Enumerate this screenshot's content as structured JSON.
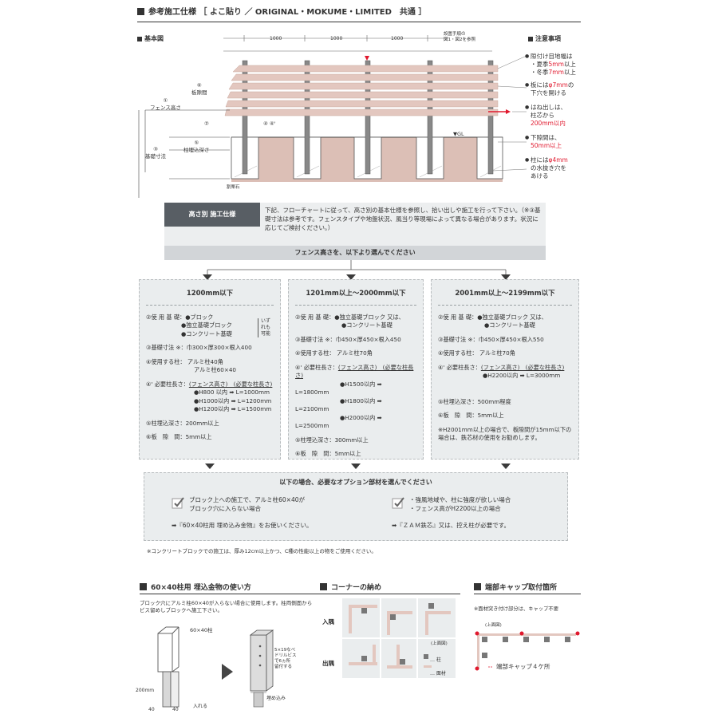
{
  "header": {
    "title": "参考施工仕様 ［ よこ貼り ／ ORIGINAL・MOKUME・LIMITED　共通 ］"
  },
  "diagram": {
    "section_label": "基本図",
    "dim_1": "1000",
    "dim_2": "1000",
    "dim_3": "1000",
    "dim_note": "設置手順の\n図1・図2を参照",
    "labels": {
      "gap": "⑥\n板隙間",
      "height": "①\nフェンス高さ",
      "post": "②",
      "length": "④ ④'",
      "embed": "⑤\n柱埋込深さ",
      "base": "③\n基礎寸法",
      "gl": "▼GL",
      "base_stone": "割栗石"
    }
  },
  "notes": {
    "title": "注意事項",
    "items": [
      {
        "l1": "隙付け目地幅は",
        "l2": "・夏季",
        "l2r": "5mm",
        "l2e": "以上",
        "l3": "・冬季",
        "l3r": "7mm",
        "l3e": "以上"
      },
      {
        "l1": "板には",
        "l1r": "φ7mm",
        "l1e": "の",
        "l2": "下穴を開ける"
      },
      {
        "l1": "はね出しは、",
        "l2": "柱芯から",
        "l3r": "200mm以内"
      },
      {
        "l1": "下隙間は、",
        "l2r": "50mm以上"
      },
      {
        "l1": "柱には",
        "l1r": "φ4mm",
        "l2": "の水抜き穴を",
        "l3": "あける"
      }
    ]
  },
  "flow": {
    "tag": "高さ別 施工仕様",
    "text": "下記、フローチャートに従って、高さ別の基本仕様を参照し、拾い出しや施工を行って下さい。（※③基礎寸法は参考です。フェンスタイプや地盤状況、風当り等現場によって異なる場合があります。状況に応じてご検討ください。）",
    "bar": "フェンス高さを、以下より選んでください"
  },
  "columns": [
    {
      "title": "1200mm以下",
      "base_label": "②使 用 基 礎：",
      "base_items": [
        "●ブロック",
        "●独立基礎ブロック",
        "●コンクリート基礎"
      ],
      "base_note": "いずれも\n可能",
      "size": "③基礎寸法 ※：巾300×厚300×根入400",
      "post_label": "④使用する柱：",
      "post_items": [
        "アルミ柱40角",
        "アルミ柱60×40"
      ],
      "len_label": "④' 必要柱長さ：",
      "len_head": "(フェンス高さ)　(必要な柱長さ)",
      "len_items": [
        "●H800 以内 ➡ L=1000mm",
        "●H1000以内 ➡ L=1200mm",
        "●H1200以内 ➡ L=1500mm"
      ],
      "embed": "⑤柱埋込深さ：200mm以上",
      "gap": "⑥板　隙　間：5mm以上"
    },
    {
      "title": "1201mm以上～2000mm以下",
      "base_label": "②使 用 基 礎：",
      "base_items": [
        "●独立基礎ブロック 又は、",
        "●コンクリート基礎"
      ],
      "size": "③基礎寸法 ※：巾450×厚450×根入450",
      "post_label": "④使用する柱：",
      "post_items": [
        "アルミ柱70角"
      ],
      "len_label": "④' 必要柱長さ：",
      "len_head": "(フェンス高さ)　(必要な柱長さ)",
      "len_items": [
        "●H1500以内 ➡ L=1800mm",
        "●H1800以内 ➡ L=2100mm",
        "●H2000以内 ➡ L=2500mm"
      ],
      "embed": "⑤柱埋込深さ：300mm以上",
      "gap": "⑥板　隙　間：5mm以上"
    },
    {
      "title": "2001mm以上～2199mm以下",
      "base_label": "②使 用 基 礎：",
      "base_items": [
        "●独立基礎ブロック 又は、",
        "●コンクリート基礎"
      ],
      "size": "③基礎寸法 ※：巾450×厚450×根入550",
      "post_label": "④使用する柱：",
      "post_items": [
        "アルミ柱70角"
      ],
      "len_label": "④' 必要柱長さ：",
      "len_head": "(フェンス高さ)　(必要な柱長さ)",
      "len_items": [
        "●H2200以内 ➡ L=3000mm"
      ],
      "embed": "⑤柱埋込深さ：500mm程度",
      "gap": "⑥板　隙　間：5mm以上",
      "note": "※H2001mm以上の場合で、板隙間が15mm以下の場合は、鉄芯材の使用をお勧めします。"
    }
  ],
  "options": {
    "title": "以下の場合、必要なオプション部材を選んでください",
    "left_l1": "ブロック上への施工で、アルミ柱60×40が",
    "left_l2": "ブロック穴に入らない場合",
    "left_arrow": "➡『60×40柱用 埋め込み金物』をお使いください。",
    "right_l1": "・強風地域や、柱に強度が欲しい場合",
    "right_l2": "・フェンス高がH2200以上の場合",
    "right_arrow": "➡『ＺＡＭ鉄芯』又は、控え柱が必要です。",
    "footnote": "※コンクリートブロックでの施工は、厚み12cm以上かつ、C種の性能以上の物をご使用ください。"
  },
  "bottom": {
    "embed": {
      "title": "60×40柱用 埋込金物の使い方",
      "desc": "ブロック穴にアルミ柱60×40が入らない場合に使用します。柱両側面からビス留めしブロックへ施工下さい。",
      "post_label": "60×40柱",
      "screw_label": "5×19なべ\nドリルビス\nで6ヵ所\n留付する",
      "insert_label": "入れる",
      "embed_label": "埋め込み",
      "dim_200": "200mm",
      "dim_40a": "40",
      "dim_40b": "40"
    },
    "corner": {
      "title": "コーナーの納め",
      "in_label": "入隅",
      "out_label": "出隅",
      "top_view": "(上面図)",
      "legend_post": "… 柱",
      "legend_panel": "… 面材"
    },
    "cap": {
      "title": "端部キャップ取付箇所",
      "note": "※面材突き付け部分は、キャップ不要",
      "top_view": "(上面図)",
      "caption": "端部キャップ４ケ所"
    }
  },
  "colors": {
    "wood": "#e3c7bf",
    "accent_red": "#e0182d",
    "panel_gray": "#eaedee",
    "dark": "#333333"
  }
}
